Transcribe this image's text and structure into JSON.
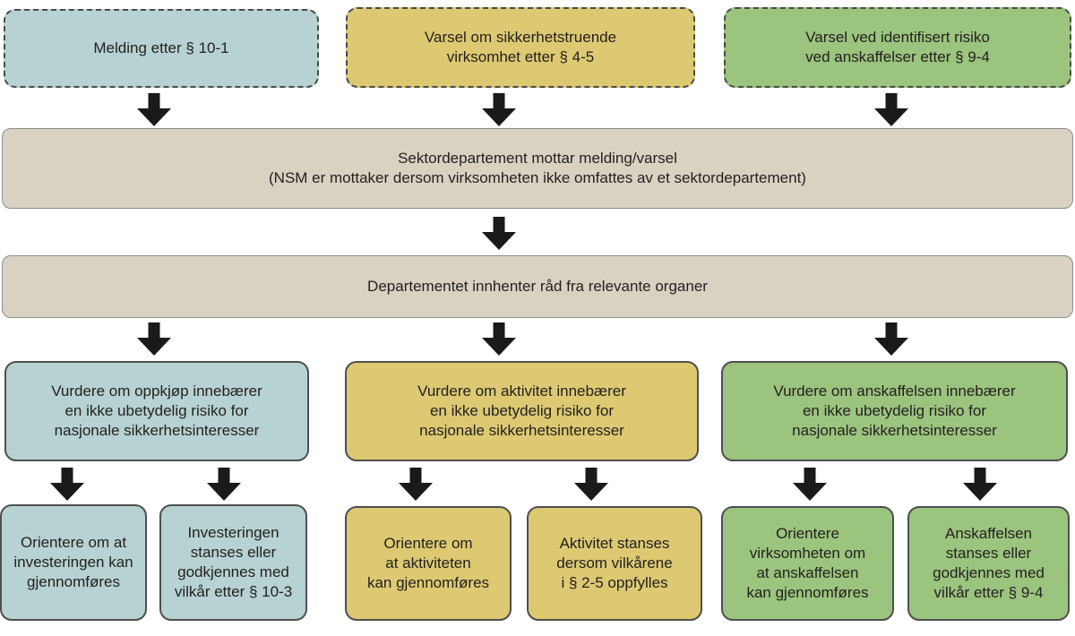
{
  "diagram": {
    "type": "flowchart",
    "language": "no",
    "topic": "Prosess for melding og varsel etter sikkerhetsloven"
  },
  "colors": {
    "teal": "#b7d2d2",
    "yellow": "#ddc972",
    "green": "#9bc47e",
    "beige": "#d9d2c2",
    "arrow_black": "#1a1a1a",
    "text_dark": "#231f20",
    "border_gray": "#4a4a4a"
  },
  "sources": [
    {
      "label": "Melding etter § 10-1",
      "color": "#b7d2d2"
    },
    {
      "label": "Varsel om sikkerhetstruende virksomhet etter § 4-5",
      "color": "#ddc972"
    },
    {
      "label": "Varsel ved identifisert risiko ved anskaffelser etter § 9-4",
      "color": "#9bc47e"
    }
  ],
  "stages": {
    "receive": {
      "line1": "Sektordepartement mottar melding/varsel",
      "line2": "(NSM er mottaker dersom virksomheten ikke omfattes av et sektordepartement)"
    },
    "advice": {
      "label": "Departementet innhenter råd fra relevante organer"
    }
  },
  "assessments": [
    {
      "label": "Vurdere om oppkjøp innebærer en ikke ubetydelig risiko for nasjonale sikkerhetsinteresser",
      "color": "#b7d2d2"
    },
    {
      "label": "Vurdere om aktivitet innebærer en ikke ubetydelig risiko for nasjonale sikkerhetsinteresser",
      "color": "#ddc972"
    },
    {
      "label": "Vurdere om anskaffelsen innebærer en ikke ubetydelig risiko for nasjonale sikkerhetsinteresser",
      "color": "#9bc47e"
    }
  ],
  "outcomes": [
    {
      "label": "Orientere om at investeringen kan gjennomføres",
      "color": "#b7d2d2"
    },
    {
      "label": "Investeringen stanses eller godkjennes med vilkår etter § 10-3",
      "color": "#b7d2d2"
    },
    {
      "label": "Orientere om at aktiviteten kan gjennomføres",
      "color": "#ddc972"
    },
    {
      "label": "Aktivitet stanses dersom vilkårene i § 2-5 oppfylles",
      "color": "#ddc972"
    },
    {
      "label": "Orientere virksomheten om at anskaffelsen kan gjennomføres",
      "color": "#9bc47e"
    },
    {
      "label": "Anskaffelsen stanses eller godkjennes med vilkår etter § 9-4",
      "color": "#9bc47e"
    }
  ]
}
